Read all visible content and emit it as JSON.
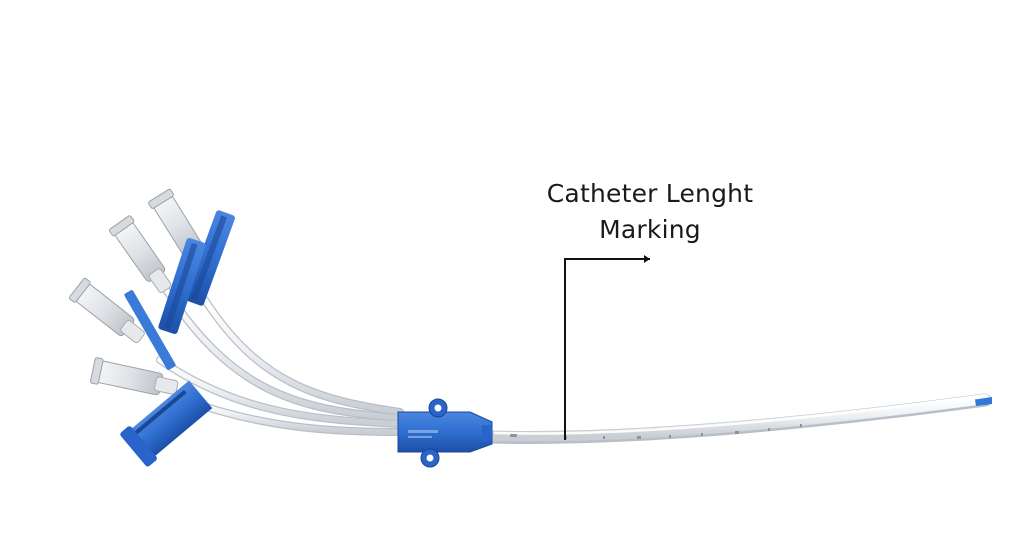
{
  "image": {
    "subject": "catheter",
    "background_color": "#ffffff",
    "hub_color": "#2f6fd0",
    "clamp_color": "#2a63c9",
    "tube_color": "#eef1f4"
  },
  "callout": {
    "line1": "Catheter Lenght",
    "line2": "Marking",
    "line_color": "#111111"
  }
}
